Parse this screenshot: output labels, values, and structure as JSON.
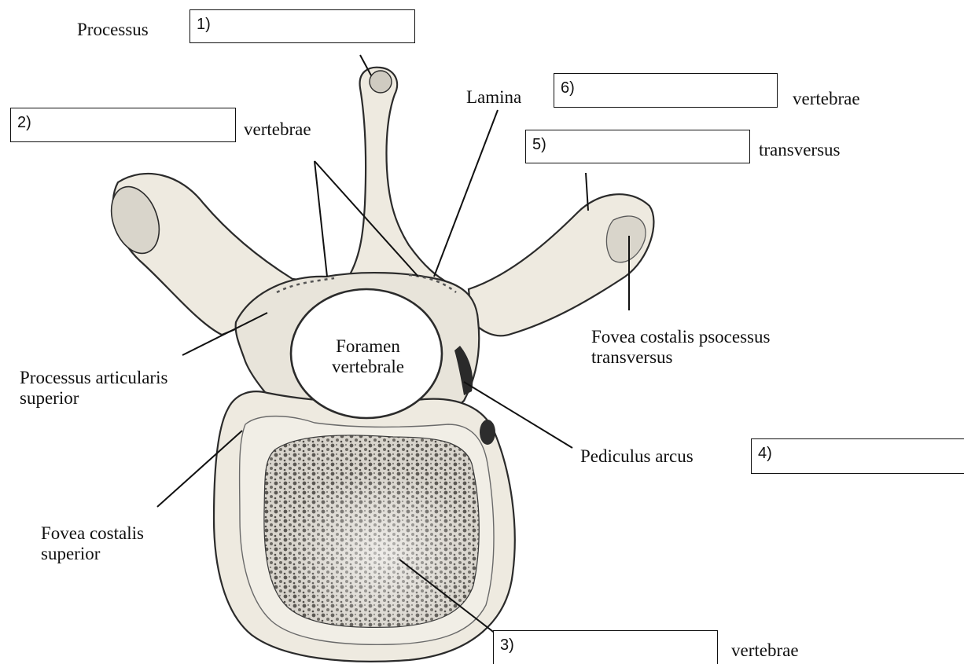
{
  "labels": {
    "processus": "Processus",
    "vertebrae_2": "vertebrae",
    "lamina": "Lamina",
    "vertebrae_6": "vertebrae",
    "transversus": "transversus",
    "foramen": "Foramen vertebrale",
    "proc_articularis": "Processus articularis superior",
    "fovea_transversus": "Fovea costalis psocessus transversus",
    "pediculus": "Pediculus arcus",
    "fovea_superior": "Fovea costalis superior",
    "vertebrae_3": "vertebrae"
  },
  "boxes": [
    {
      "number": "1)",
      "value": ""
    },
    {
      "number": "2)",
      "value": ""
    },
    {
      "number": "3)",
      "value": ""
    },
    {
      "number": "4)",
      "value": ""
    },
    {
      "number": "5)",
      "value": ""
    },
    {
      "number": "6)",
      "value": ""
    }
  ],
  "colors": {
    "bone": "#eeeae0",
    "bone_shadow": "#8c8a84",
    "outline": "#2b2b2b",
    "cancellous": "#6e6b66"
  }
}
